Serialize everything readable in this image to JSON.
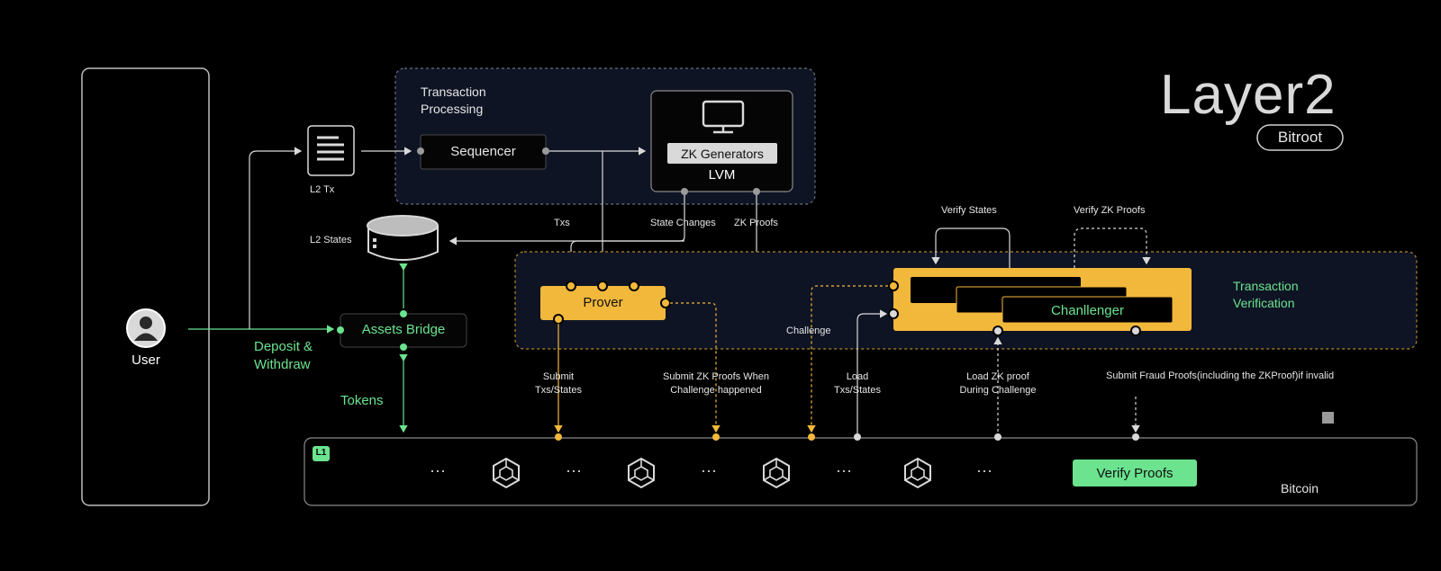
{
  "brand": {
    "title": "Layer2",
    "subtitle": "Bitroot"
  },
  "user": {
    "label": "User"
  },
  "l2tx": {
    "label": "L2 Tx"
  },
  "l2states": {
    "label": "L2 States"
  },
  "processing": {
    "title_line1": "Transaction",
    "title_line2": "Processing",
    "sequencer": "Sequencer",
    "zk_generators": "ZK Generators",
    "lvm": "LVM"
  },
  "edges": {
    "txs": "Txs",
    "state_changes": "State Changes",
    "zk_proofs": "ZK Proofs",
    "verify_states": "Verify States",
    "verify_zk_proofs": "Verify ZK Proofs",
    "challenge": "Challenge",
    "submit_line1": "Submit",
    "submit_line2": "Txs/States",
    "submit_zk_line1": "Submit ZK Proofs When",
    "submit_zk_line2": "Challenge happened",
    "load_line1": "Load",
    "load_line2": "Txs/States",
    "load_zk_line1": "Load ZK proof",
    "load_zk_line2": "During Challenge",
    "fraud": "Submit Fraud Proofs(including the ZKProof)if invalid"
  },
  "bridge": {
    "label": "Assets Bridge",
    "deposit_line1": "Deposit &",
    "deposit_line2": "Withdraw",
    "tokens": "Tokens"
  },
  "verification": {
    "prover": "Prover",
    "challenger": "Chanllenger",
    "title_line1": "Transaction",
    "title_line2": "Verification"
  },
  "l1": {
    "badge": "L1",
    "ellipsis": "···",
    "verify_proofs": "Verify Proofs",
    "chain": "Bitcoin"
  },
  "colors": {
    "accent_yellow": "#f2b83b",
    "accent_green": "#6be38f",
    "panel": "#0f1424"
  }
}
